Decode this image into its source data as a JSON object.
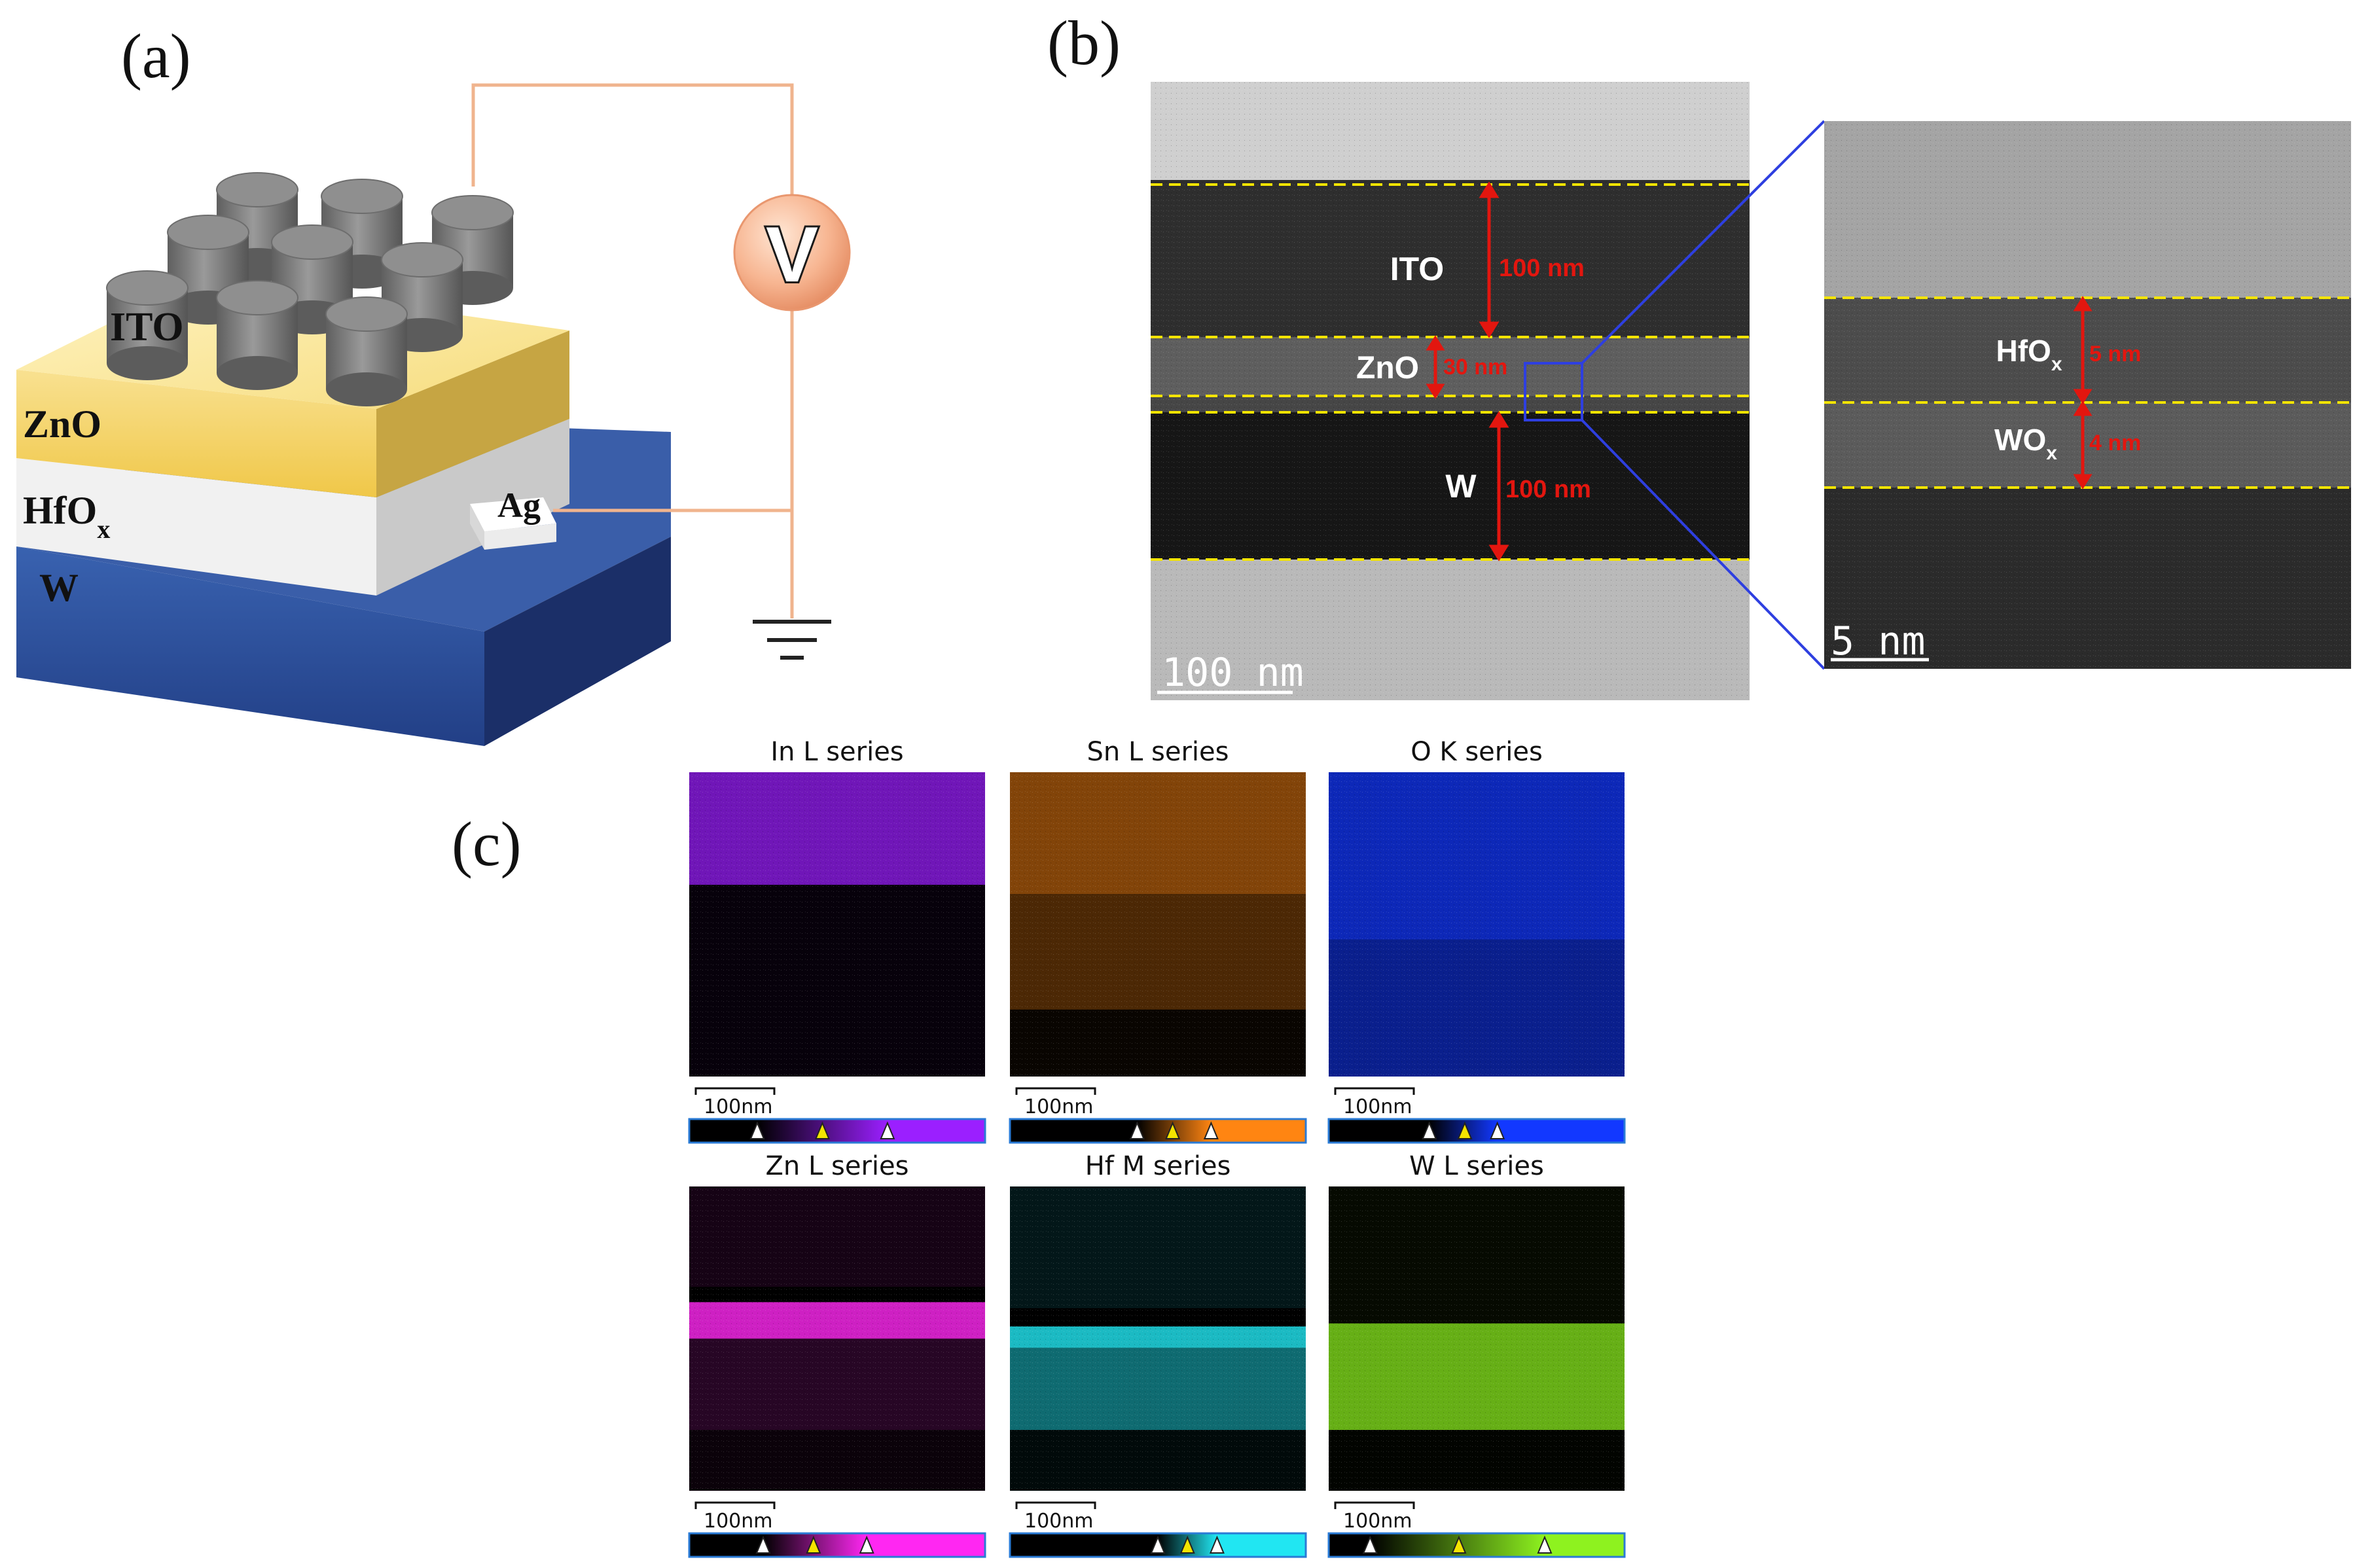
{
  "panels": {
    "a": "(a)",
    "b": "(b)",
    "c": "(c)"
  },
  "device": {
    "layers": [
      "ITO",
      "ZnO",
      "HfO",
      "W"
    ],
    "hfo_subscript": "x",
    "contact": "Ag",
    "meter_symbol": "V",
    "colors": {
      "ito_top": "#f6dd85",
      "zno_front": "#f2cc52",
      "hfo": "#efefef",
      "w_front": "#2b4b92",
      "wire": "#f0b48e",
      "pillar": "#7d7d7d"
    }
  },
  "tem": {
    "layers": [
      {
        "name": "ITO",
        "thickness": "100 nm"
      },
      {
        "name": "ZnO",
        "thickness": "30 nm"
      },
      {
        "name": "W",
        "thickness": "100 nm"
      }
    ],
    "scale": "100 nm",
    "zoom": {
      "layers": [
        {
          "name": "HfO",
          "sub": "x",
          "thickness": "5 nm"
        },
        {
          "name": "WO",
          "sub": "x",
          "thickness": "4 nm"
        }
      ],
      "scale": "5 nm"
    },
    "guide_color": "#f4e400",
    "arrow_color": "#e3160f"
  },
  "eds": {
    "maps": [
      {
        "title": "In L series",
        "color": "#9b1fff",
        "scale": "100nm"
      },
      {
        "title": "Sn L series",
        "color": "#ff8512",
        "scale": "100nm"
      },
      {
        "title": "O K series",
        "color": "#1238ff",
        "scale": "100nm"
      },
      {
        "title": "Zn L series",
        "color": "#ff27f2",
        "scale": "100nm"
      },
      {
        "title": "Hf M series",
        "color": "#21e6f2",
        "scale": "100nm"
      },
      {
        "title": "W L series",
        "color": "#8ef21f",
        "scale": "100nm"
      }
    ]
  }
}
